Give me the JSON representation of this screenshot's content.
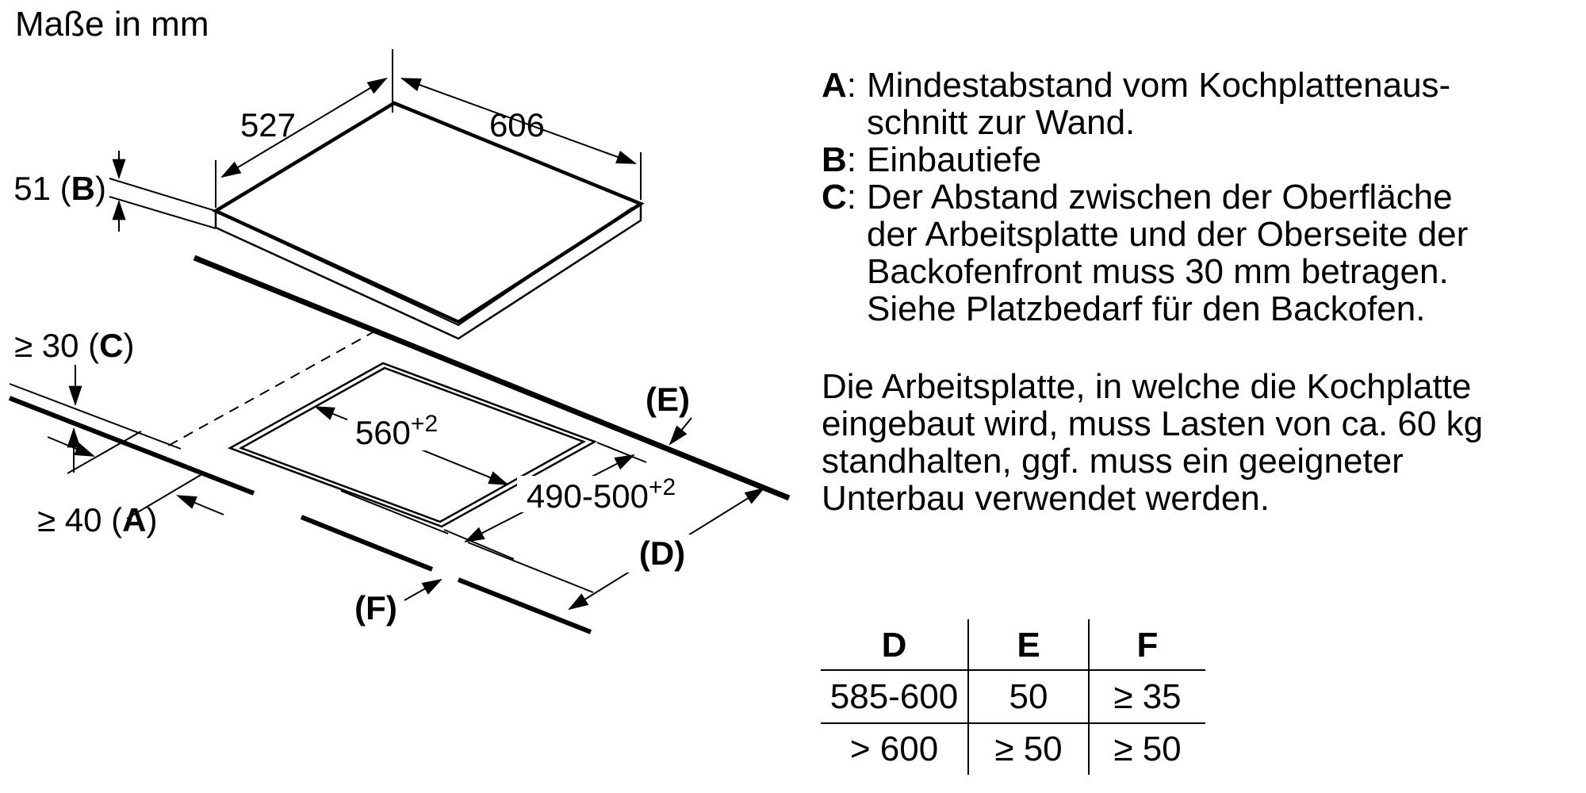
{
  "title": "Maße in mm",
  "colors": {
    "ink": "#000000",
    "background": "#ffffff"
  },
  "diagram": {
    "dims": {
      "hob_width": "606",
      "hob_depth": "527",
      "hob_height_prefix": "51 (",
      "hob_height_letter": "B",
      "hob_height_suffix": ")",
      "clearance_c_prefix": "≥ 30 (",
      "clearance_c_letter": "C",
      "clearance_c_suffix": ")",
      "clearance_a_prefix": "≥ 40 (",
      "clearance_a_letter": "A",
      "clearance_a_suffix": ")",
      "cutout_width": "560",
      "cutout_width_tol": "+2",
      "cutout_depth": "490-500",
      "cutout_depth_tol": "+2",
      "label_e": "(E)",
      "label_d": "(D)",
      "label_f": "(F)"
    }
  },
  "notes": {
    "colon": ":",
    "items": [
      {
        "key": "A",
        "lines": [
          "Mindestabstand vom Kochplattenaus-",
          "schnitt zur Wand."
        ]
      },
      {
        "key": "B",
        "lines": [
          "Einbautiefe"
        ]
      },
      {
        "key": "C",
        "lines": [
          "Der Abstand zwischen der Oberfläche",
          "der Arbeitsplatte und der Oberseite der",
          "Backofenfront muss 30 mm betragen.",
          "Siehe Platzbedarf für den Backofen."
        ]
      }
    ]
  },
  "paragraph": {
    "lines": [
      "Die Arbeitsplatte, in welche die Kochplatte",
      "eingebaut wird, muss Lasten von ca. 60 kg",
      "standhalten, ggf. muss ein geeigneter",
      "Unterbau verwendet werden."
    ]
  },
  "table": {
    "headers": [
      "D",
      "E",
      "F"
    ],
    "rows": [
      [
        "585-600",
        "50",
        "≥ 35"
      ],
      [
        "> 600",
        "≥ 50",
        "≥ 50"
      ]
    ]
  }
}
